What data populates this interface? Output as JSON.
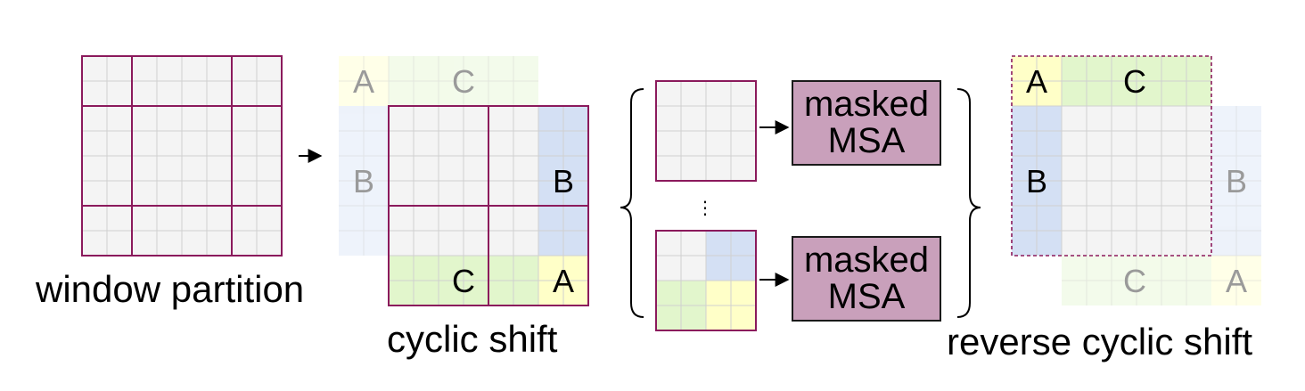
{
  "captions": {
    "window_partition": "window partition",
    "cyclic_shift": "cyclic shift",
    "reverse_cyclic_shift": "reverse cyclic shift"
  },
  "region_labels": {
    "a": "A",
    "b": "B",
    "c": "C"
  },
  "msa_blocks": [
    {
      "line1": "masked",
      "line2": "MSA"
    },
    {
      "line1": "masked",
      "line2": "MSA"
    }
  ],
  "ellipsis": "⋮",
  "colors": {
    "window_border": "#8b1a5c",
    "grid_line": "#d0d0d0",
    "cell_fill": "#f4f4f4",
    "region_a": "#ffffc8",
    "region_b": "#d4e0f4",
    "region_c": "#e2f6cc",
    "msa_fill": "#c9a0bb",
    "label_faded": "#9a9a9a"
  }
}
